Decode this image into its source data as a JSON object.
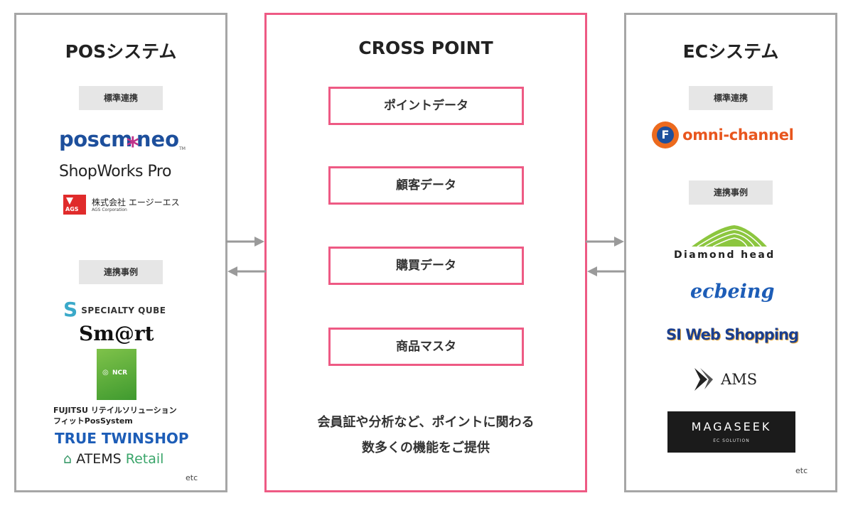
{
  "pos": {
    "title": "POSシステム",
    "standard_label": "標準連携",
    "case_label": "連携事例",
    "standard_logos": {
      "poscm_left": "poscm",
      "poscm_right": "neo",
      "poscm_tm": "TM",
      "shopworks": "ShopWorks Pro",
      "ags_badge": "AGS",
      "ags_name": "株式会社 エージーエス",
      "ags_sub": "AGS Corporation"
    },
    "case_logos": {
      "specialty_q": "S",
      "specialty": "SPECIALTY QUBE",
      "smart": "Sm@rt",
      "ncr": "NCR",
      "fujitsu_line1": "FUJITSU リテイルソリューション",
      "fujitsu_line2": "フィットPosSystem",
      "truetwinshop": "TRUE TWINSHOP",
      "atems_a": "ATEMS",
      "atems_b": "Retail"
    },
    "etc": "etc"
  },
  "cp": {
    "title": "CROSS POINT",
    "items": [
      "ポイントデータ",
      "顧客データ",
      "購買データ",
      "商品マスタ"
    ],
    "note_line1": "会員証や分析など、ポイントに関わる",
    "note_line2": "数多くの機能をご提供"
  },
  "ec": {
    "title": "ECシステム",
    "standard_label": "標準連携",
    "case_label": "連携事例",
    "standard_logos": {
      "omni_f": "F",
      "omni": "omni-channel"
    },
    "case_logos": {
      "diamond": "Diamond head",
      "ecbeing": "ecbeing",
      "siweb": "SI Web Shopping",
      "ams": "AMS",
      "magaseek": "MAGASEEK",
      "magaseek_sub": "EC SOLUTION"
    },
    "etc": "etc"
  },
  "colors": {
    "accent": "#ee5a84",
    "panel_border": "#a6a6a6",
    "arrow": "#9a9a9a",
    "tag_bg": "#e6e6e6"
  }
}
